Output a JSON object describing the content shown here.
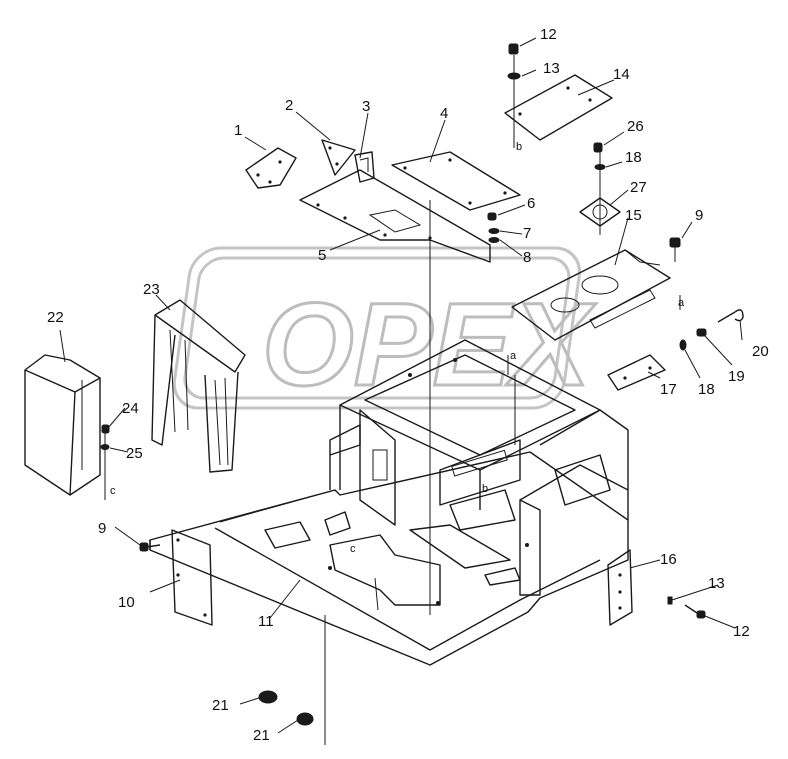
{
  "watermark": {
    "text": "OPEX"
  },
  "callouts": [
    {
      "id": "c1",
      "text": "1"
    },
    {
      "id": "c2",
      "text": "2"
    },
    {
      "id": "c3",
      "text": "3"
    },
    {
      "id": "c4",
      "text": "4"
    },
    {
      "id": "c5",
      "text": "5"
    },
    {
      "id": "c6",
      "text": "6"
    },
    {
      "id": "c7",
      "text": "7"
    },
    {
      "id": "c8",
      "text": "8"
    },
    {
      "id": "c9a",
      "text": "9"
    },
    {
      "id": "c9b",
      "text": "9"
    },
    {
      "id": "c10",
      "text": "10"
    },
    {
      "id": "c11",
      "text": "11"
    },
    {
      "id": "c12a",
      "text": "12"
    },
    {
      "id": "c12b",
      "text": "12"
    },
    {
      "id": "c13a",
      "text": "13"
    },
    {
      "id": "c13b",
      "text": "13"
    },
    {
      "id": "c14",
      "text": "14"
    },
    {
      "id": "c15",
      "text": "15"
    },
    {
      "id": "c16",
      "text": "16"
    },
    {
      "id": "c17",
      "text": "17"
    },
    {
      "id": "c18a",
      "text": "18"
    },
    {
      "id": "c18b",
      "text": "18"
    },
    {
      "id": "c19",
      "text": "19"
    },
    {
      "id": "c20",
      "text": "20"
    },
    {
      "id": "c21a",
      "text": "21"
    },
    {
      "id": "c21b",
      "text": "21"
    },
    {
      "id": "c22",
      "text": "22"
    },
    {
      "id": "c23",
      "text": "23"
    },
    {
      "id": "c24",
      "text": "24"
    },
    {
      "id": "c25",
      "text": "25"
    },
    {
      "id": "c26",
      "text": "26"
    },
    {
      "id": "c27",
      "text": "27"
    }
  ],
  "refs": [
    {
      "id": "ra1",
      "text": "a"
    },
    {
      "id": "ra2",
      "text": "a"
    },
    {
      "id": "rb1",
      "text": "b"
    },
    {
      "id": "rb2",
      "text": "b"
    },
    {
      "id": "rc1",
      "text": "c"
    },
    {
      "id": "rc2",
      "text": "c"
    }
  ]
}
